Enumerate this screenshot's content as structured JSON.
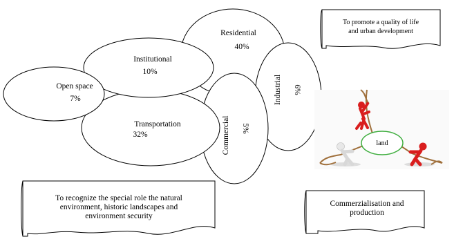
{
  "land_uses": {
    "residential": {
      "label": "Residential",
      "percent": "40%"
    },
    "institutional": {
      "label": "Institutional",
      "percent": "10%"
    },
    "open_space": {
      "label": "Open space",
      "percent": "7%"
    },
    "transportation": {
      "label": "Transportation",
      "percent": "32%"
    },
    "industrial": {
      "label": "Industrial",
      "percent": "6%"
    },
    "commercial": {
      "label": "Commercial",
      "percent": "5%"
    }
  },
  "center_label": "land",
  "banners": {
    "quality": {
      "line1": "To promote a quality of life",
      "line2": "and urban development"
    },
    "heritage": {
      "line1": "To recognize the special role the natural",
      "line2": "environment, historic landscapes and",
      "line3": "environment security"
    },
    "commerce": {
      "line1": "Commerzialisation and",
      "line2": "production"
    }
  },
  "colors": {
    "figure_red": "#d91e1e",
    "figure_white": "#e8e8e8",
    "rope": "#a0703c",
    "circle": "#3fae3f"
  }
}
